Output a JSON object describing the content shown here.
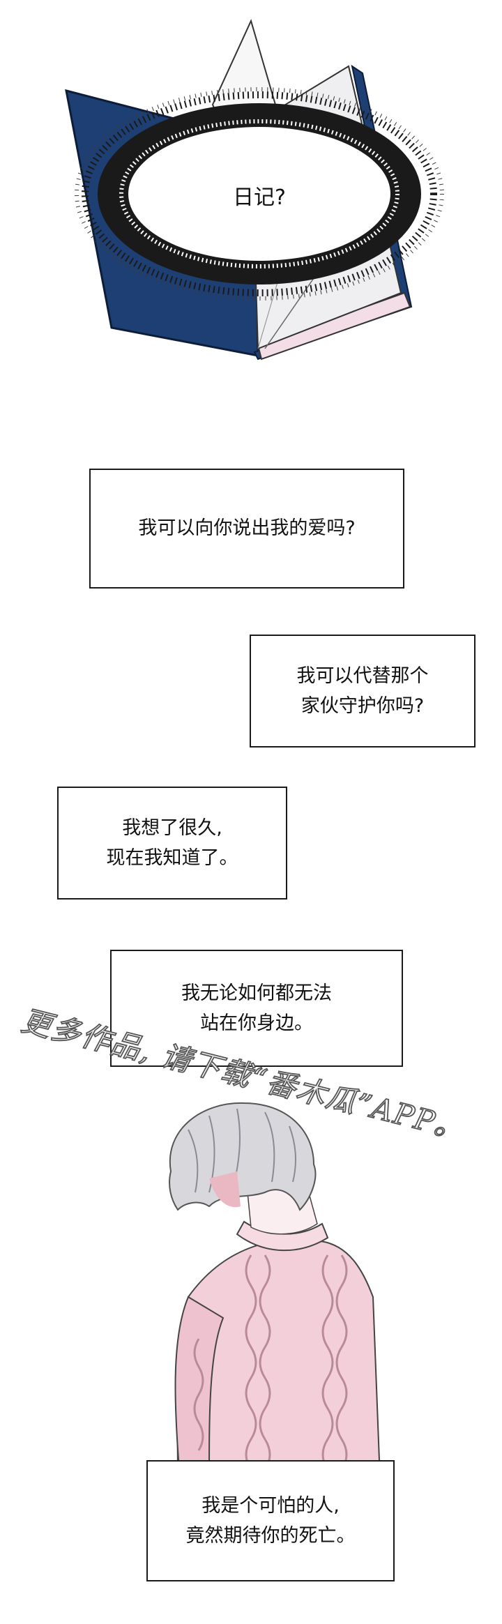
{
  "bubble": {
    "text": "日记?"
  },
  "captions": [
    {
      "lines": [
        "我可以向你说出我的爱吗?"
      ]
    },
    {
      "lines": [
        "我可以代替那个",
        "家伙守护你吗?"
      ]
    },
    {
      "lines": [
        "我想了很久,",
        "现在我知道了。"
      ]
    },
    {
      "lines": [
        "我无论如何都无法",
        "站在你身边。"
      ]
    },
    {
      "lines": [
        "我是个可怕的人,",
        "竟然期待你的死亡。"
      ]
    }
  ],
  "watermark": {
    "text": "更多作品, 请下载“番木瓜”APP。"
  },
  "colors": {
    "book_cover": "#1e3f73",
    "sweater": "#f2cfd9",
    "hair": "#d8d8dc"
  }
}
